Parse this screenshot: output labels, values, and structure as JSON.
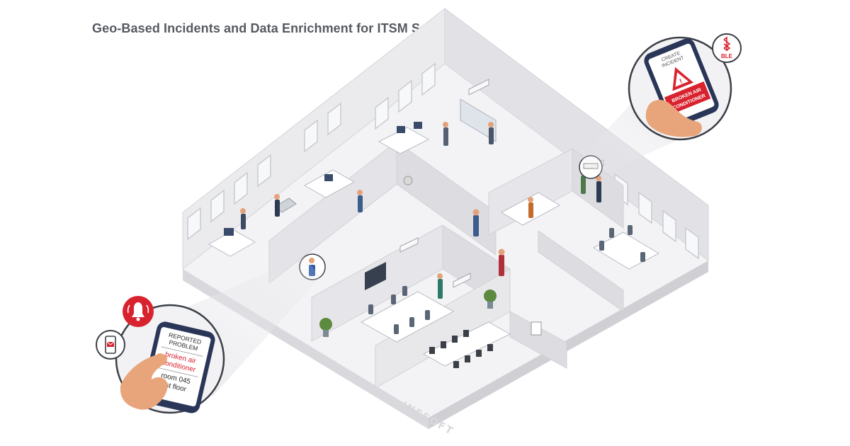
{
  "title": "Geo-Based Incidents and Data Enrichment for ITSM Software",
  "colors": {
    "accent_red": "#d8232f",
    "floor": "#f4f4f6",
    "wall": "#e3e3e6",
    "phone_body": "#2a3658",
    "skin": "#e8a57b"
  },
  "left_phone": {
    "line1": "REPORTED",
    "line2": "PROBLEM",
    "problem_line1": "broken air",
    "problem_line2": "conditioner",
    "location_line1": "room 045",
    "location_line2": "1st floor"
  },
  "right_phone": {
    "header_line1": "CREATE",
    "header_line2": "INCIDENT",
    "banner_line1": "BROKEN AIR",
    "banner_line2": "CONDITIONER"
  },
  "ble_badge": {
    "label": "BLE",
    "icon": "bluetooth-icon"
  },
  "alarm_badge": {
    "icon": "alarm-bell-icon"
  },
  "mail_badge": {
    "icon": "phone-mail-icon"
  },
  "floor_stamp": "INFSOFT"
}
